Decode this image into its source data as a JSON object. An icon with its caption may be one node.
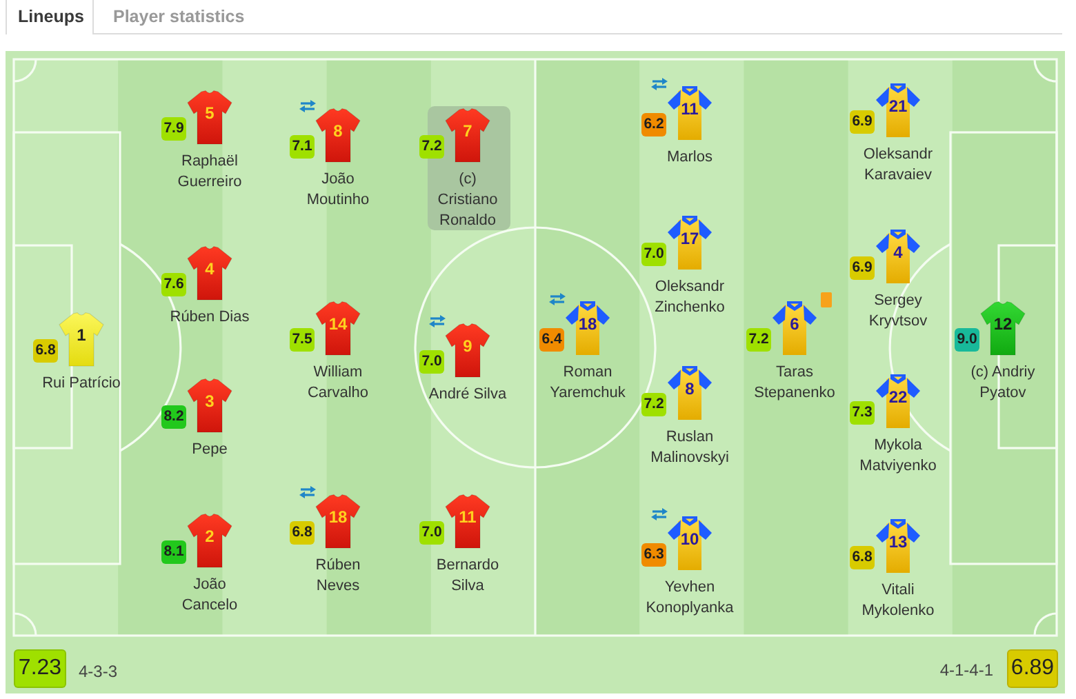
{
  "diagram": {
    "nodes": [
      {
        "text": [
          "1"
        ],
        "beside": [
          "6.8",
          "Rui Patrício"
        ]
      },
      {
        "text": [
          "5"
        ],
        "beside": [
          "7.9",
          "Raphaël Guerreiro"
        ]
      },
      {
        "text": [
          "4"
        ],
        "beside": [
          "7.6",
          "Rúben Dias"
        ]
      },
      {
        "text": [
          "3"
        ],
        "beside": [
          "8.2",
          "Pepe"
        ]
      },
      {
        "text": [
          "2"
        ],
        "beside": [
          "8.1",
          "João Cancelo"
        ]
      },
      {
        "text": [
          "8"
        ],
        "beside": [
          "7.1",
          "João Moutinho"
        ]
      },
      {
        "text": [
          "14"
        ],
        "beside": [
          "7.5",
          "William Carvalho"
        ]
      },
      {
        "text": [
          "18"
        ],
        "beside": [
          "6.8",
          "Rúben Neves"
        ]
      },
      {
        "text": [
          "7"
        ],
        "beside": [
          "7.2",
          "(c) Cristiano Ronaldo"
        ]
      },
      {
        "text": [
          "9"
        ],
        "beside": [
          "7.0",
          "André Silva"
        ]
      },
      {
        "text": [
          "11"
        ],
        "beside": [
          "7.0",
          "Bernardo Silva"
        ]
      },
      {
        "text": [
          "18"
        ],
        "beside": [
          "6.4",
          "Roman Yaremchuk"
        ]
      },
      {
        "text": [
          "11"
        ],
        "beside": [
          "6.2",
          "Marlos"
        ]
      },
      {
        "text": [
          "17"
        ],
        "beside": [
          "7.0",
          "Oleksandr Zinchenko"
        ]
      },
      {
        "text": [
          "8"
        ],
        "beside": [
          "7.2",
          "Ruslan Malinovskyi"
        ]
      },
      {
        "text": [
          "10"
        ],
        "beside": [
          "6.3",
          "Yevhen Konoplyanka"
        ]
      },
      {
        "text": [
          "6"
        ],
        "beside": [
          "7.2",
          "Taras Stepanenko"
        ]
      },
      {
        "text": [
          "21"
        ],
        "beside": [
          "6.9",
          "Oleksandr Karavaiev"
        ]
      },
      {
        "text": [
          "4"
        ],
        "beside": [
          "6.9",
          "Sergey Kryvtsov"
        ]
      },
      {
        "text": [
          "22"
        ],
        "beside": [
          "7.3",
          "Mykola Matviyenko"
        ]
      },
      {
        "text": [
          "13"
        ],
        "beside": [
          "6.8",
          "Vitali Mykolenko"
        ]
      },
      {
        "text": [
          "12"
        ],
        "beside": [
          "9.0",
          "(c) Andriy Pyatov"
        ]
      }
    ],
    "labels": [
      "Lineups",
      "Player statistics",
      "7.23",
      "4-3-3",
      "4-1-4-1",
      "6.89"
    ]
  }
}
